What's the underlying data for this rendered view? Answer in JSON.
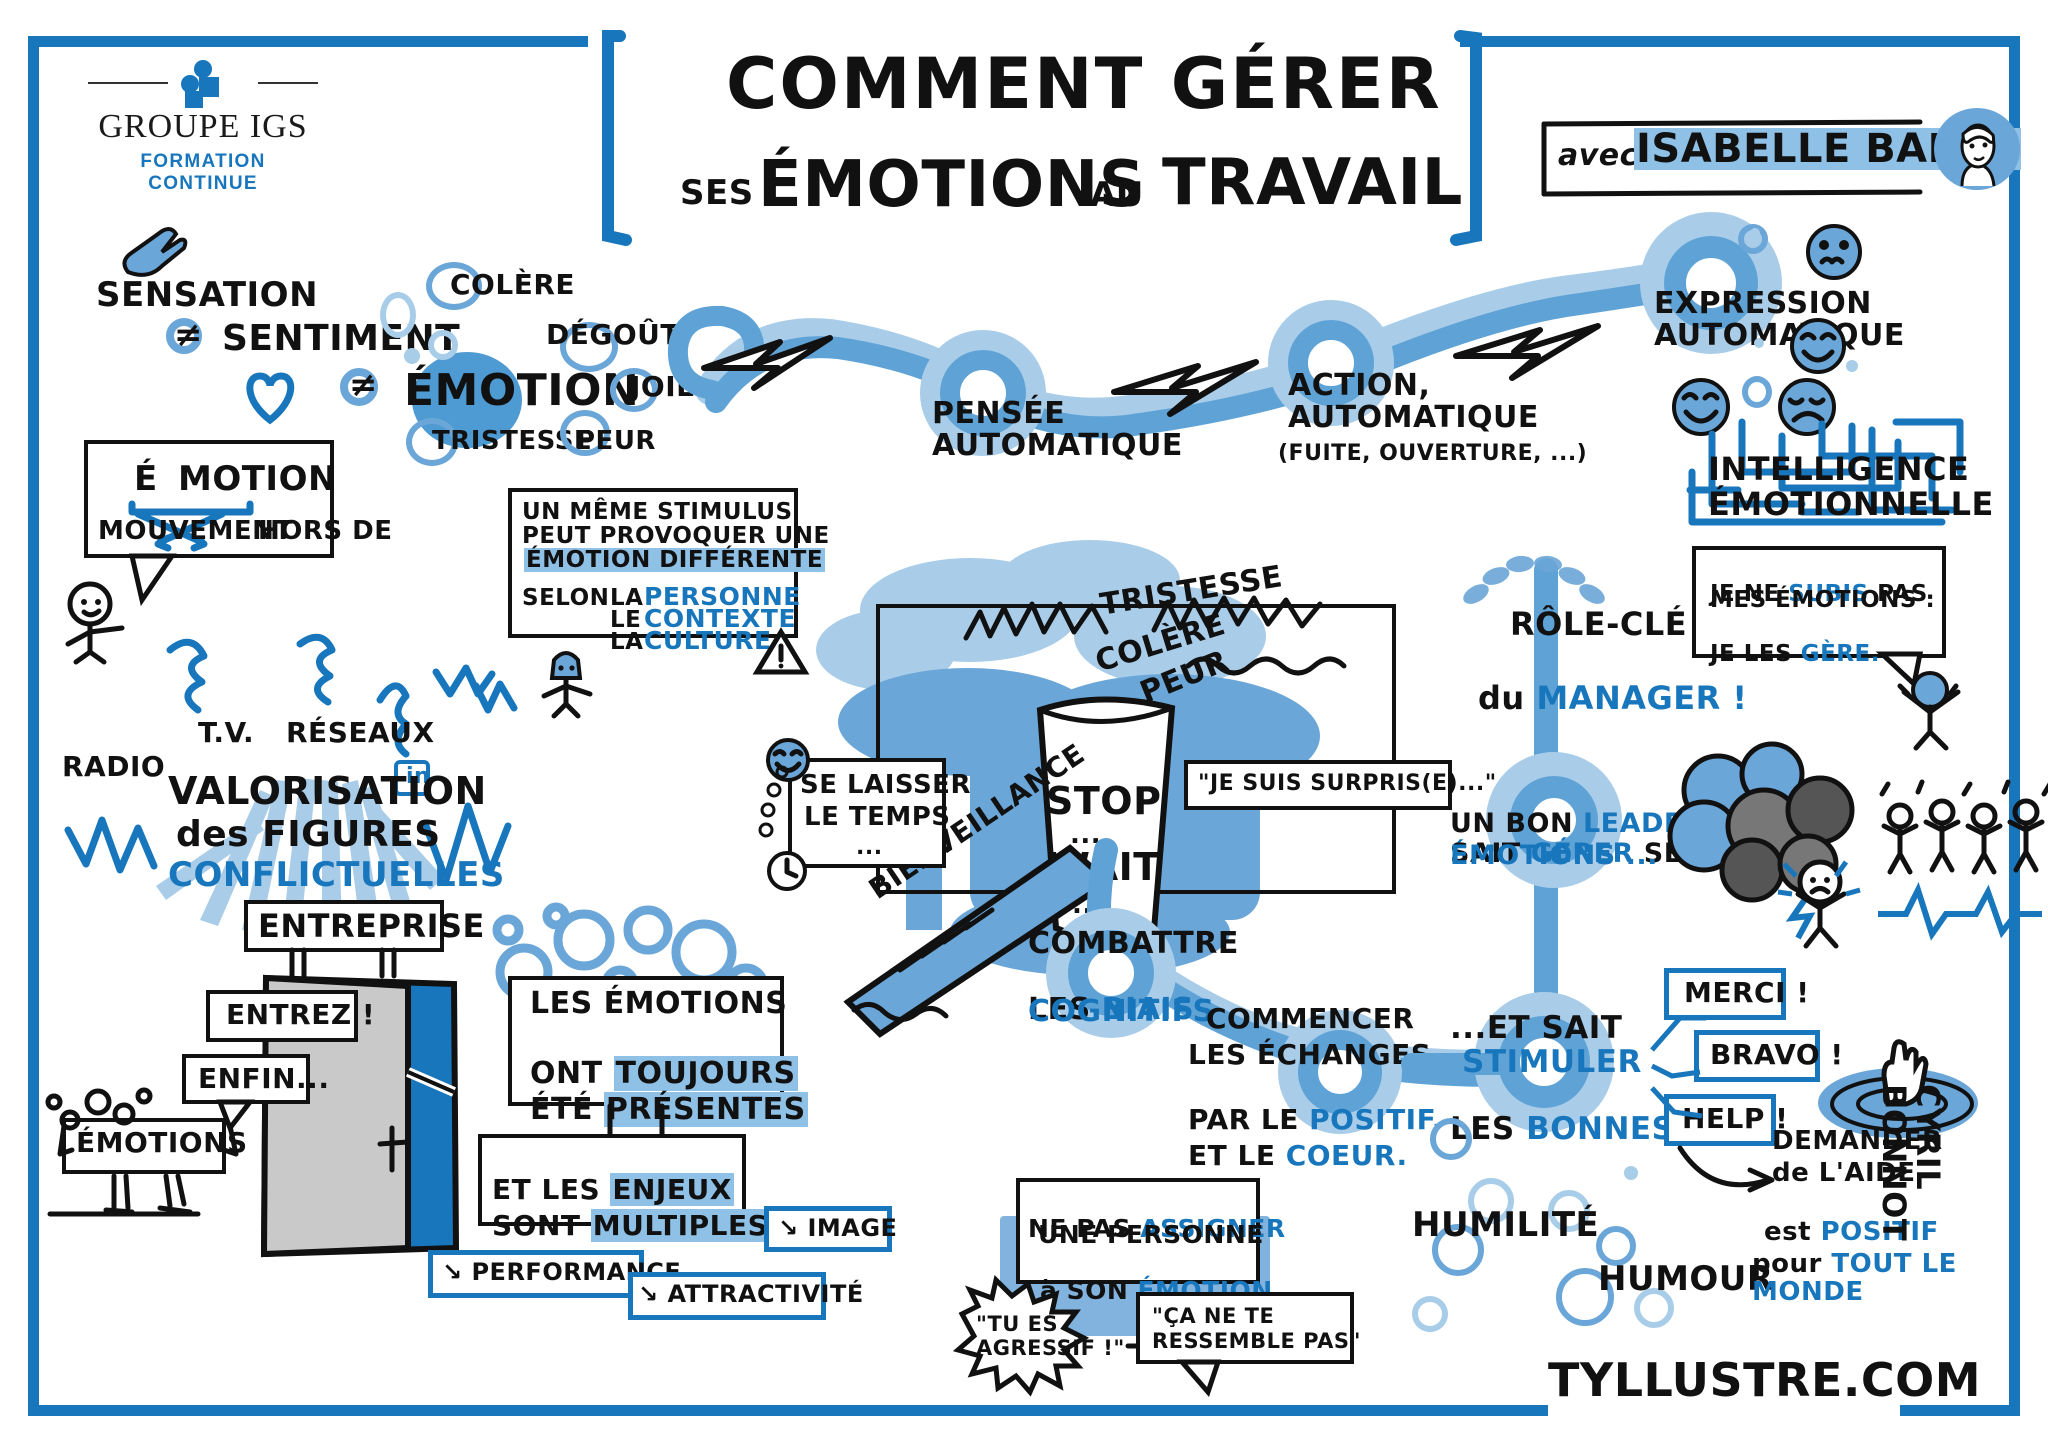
{
  "meta": {
    "kind": "sketchnote",
    "accent_blue": "#1876BC",
    "mid_blue": "#5FA3D6",
    "pale_blue": "#A9CDE9",
    "ink": "#111111"
  },
  "logo": {
    "name": "GROUPE IGS",
    "subtitle": "FORMATION CONTINUE"
  },
  "title": {
    "line1": "COMMENT GÉRER",
    "line2_small": "SES",
    "line2": "ÉMOTIONS",
    "line2_small2": "AU",
    "line2b": "TRAVAIL"
  },
  "speaker": {
    "prefix": "avec",
    "name": "ISABELLE BARTH"
  },
  "vocab": {
    "sensation": "SENSATION",
    "neq1": "≠",
    "sentiment": "SENTIMENT",
    "neq2": "≠",
    "emotion": "ÉMOTION",
    "list": [
      "COLÈRE",
      "DÉGOÛT",
      "JOIE",
      "TRISTESSE",
      "PEUR"
    ]
  },
  "emotion_box": {
    "word_a": "É",
    "word_b": "MOTION",
    "meaning_a": "MOUVEMENT",
    "meaning_b": "HORS DE"
  },
  "stimulus_box": {
    "line1": "UN MÊME STIMULUS",
    "line2": "PEUT PROVOQUER UNE",
    "line3_highlight": "ÉMOTION DIFFÉRENTE",
    "selon": "SELON",
    "items": [
      {
        "article": "LA",
        "word": "PERSONNE"
      },
      {
        "article": "LE",
        "word": "CONTEXTE"
      },
      {
        "article": "LA",
        "word": "CULTURE"
      }
    ]
  },
  "chain": {
    "pensee": "PENSÉE\nAUTOMATIQUE",
    "action": "ACTION,\nAUTOMATIQUE",
    "action_sub": "(FUITE, OUVERTURE, ...)",
    "expression": "EXPRESSION\nAUTOMATIQUE"
  },
  "intelligence": {
    "label": "INTELLIGENCE\nÉMOTIONNELLE",
    "quote_l1_a": "JE NE ",
    "quote_l1_b": "SUBIS",
    "quote_l1_c": " PAS",
    "quote_l2": "MES ÉMOTIONS :",
    "quote_l3_a": "JE LES ",
    "quote_l3_b": "GÈRE."
  },
  "media": {
    "radio": "RADIO",
    "tv": "T.V.",
    "reseaux": "RÉSEAUX",
    "linkedin": "in",
    "headline_l1": "VALORISATION",
    "headline_l2": "des FIGURES",
    "headline_l3": "CONFLICTUELLES"
  },
  "enterprise": {
    "sign": "ENTREPRISE",
    "bubble1": "ENTREZ !",
    "bubble2": "ENFIN...",
    "character": "ÉMOTIONS"
  },
  "always": {
    "l1": "LES ÉMOTIONS",
    "l2_a": "ONT ",
    "l2_b": "TOUJOURS",
    "l3_a": "ÉTÉ ",
    "l3_b": "PRÉSENTES",
    "stakes_a": "ET LES ",
    "stakes_b": "ENJEUX",
    "stakes_c": "SONT ",
    "stakes_d": "MULTIPLES !",
    "tags": [
      "↘ PERFORMANCE",
      "↘ IMAGE",
      "↘ ATTRACTIVITÉ"
    ]
  },
  "bucket": {
    "storm": [
      "TRISTESSE",
      "COLÈRE",
      "PEUR"
    ],
    "stop": "STOP",
    "wait": "WAIT",
    "dots_top": "...",
    "dots_bottom": "...",
    "surprise": "\"JE SUIS SURPRIS(E)...\"",
    "kindness": "BIENVEILLANCE",
    "time_l1": "SE LAISSER",
    "time_l2": "LE TEMPS",
    "time_dots": "..."
  },
  "biases": {
    "l1": "COMBATTRE",
    "l2_a": "LES ",
    "l2_b": "BIAIS",
    "l3": "COGNITIFS",
    "start_l1": "COMMENCER",
    "start_l2": "LES ÉCHANGES",
    "start_l3_a": "PAR LE ",
    "start_l3_b": "POSITIF,",
    "start_l4_a": "ET LE ",
    "start_l4_b": "COEUR."
  },
  "manager": {
    "role_a": "RÔLE-CLÉ",
    "role_b_a": "du ",
    "role_b_b": "MANAGER !",
    "leader_l1_a": "UN BON ",
    "leader_l1_b": "LEADER",
    "leader_l2_a": "SAIT ",
    "leader_l2_b": "GÉRER",
    "leader_l2_c": " SES",
    "leader_l3": "ÉMOTIONS ...",
    "stimulate_l1": "...ET SAIT",
    "stimulate_l2": "STIMULER",
    "stimulate_l3_a": "LES ",
    "stimulate_l3_b": "BONNES",
    "humility": "HUMILITÉ",
    "humour": "HUMOUR"
  },
  "help": {
    "merci": "MERCI !",
    "bravo": "BRAVO !",
    "help": "HELP !",
    "l1": "DEMANDER",
    "l2": "de L'AIDE",
    "l3_a": "est ",
    "l3_b": "POSITIF",
    "l4_a": "pour ",
    "l4_b": "TOUT LE MONDE"
  },
  "assign": {
    "l1_a": "NE PAS ",
    "l1_b": "ASSIGNER",
    "l2": "UNE PERSONNE",
    "l3_a": "à SON ",
    "l3_b": "ÉMOTION",
    "bad": "\"TU ES\nAGRESSIF !\"",
    "good": "\"ÇA NE TE\nRESSEMBLE PAS\""
  },
  "credits": {
    "author": "CYRIL BONNOT",
    "site": "TYLLUSTRE.COM"
  }
}
